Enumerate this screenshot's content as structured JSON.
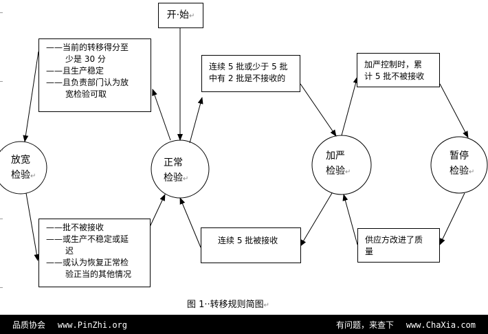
{
  "nodes": {
    "start": "开·始",
    "normal": [
      "正常",
      "检验"
    ],
    "reduced": [
      "放宽",
      "检验"
    ],
    "tightened": [
      "加严",
      "检验"
    ],
    "suspended": [
      "暂停",
      "检验"
    ]
  },
  "conditions": {
    "normal_to_reduced": [
      "——当前的转移得分至",
      "少是 30 分",
      "——且生产稳定",
      "——且负责部门认为放",
      "宽检验可取"
    ],
    "reduced_to_normal": [
      "——批不被接收",
      "——或生产不稳定或延",
      "迟",
      "——或认为恢复正常检",
      "验正当的其他情况"
    ],
    "normal_to_tightened": [
      "连续 5 批或少于 5 批",
      "中有 2 批是不接收的"
    ],
    "tightened_to_normal": [
      "连续 5 批被接收"
    ],
    "tightened_to_suspended": [
      "加严控制时，累",
      "计 5 批不被接收"
    ],
    "suspended_to_tightened": [
      "供应方改进了质",
      "量"
    ]
  },
  "caption": "图 1··转移规则简图",
  "footer": {
    "left_name": "品质协会",
    "left_url": "www.PinZhi.org",
    "right_text": "有问题，来查下",
    "right_url": "www.ChaXia.com"
  }
}
